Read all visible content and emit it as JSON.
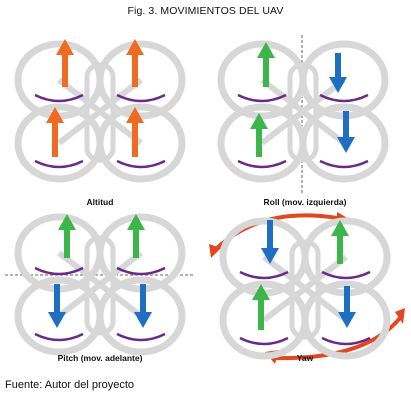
{
  "figure": {
    "title": "Fig. 3. MOVIMIENTOS DEL UAV",
    "source": "Fuente: Autor del proyecto"
  },
  "colors": {
    "arrow_up_altitud": "#ef6a22",
    "arrow_up": "#3cb64a",
    "arrow_down": "#1e6fc2",
    "rotation": "#6a2a8a",
    "yaw_rotation": "#e2471f",
    "frame": "#d7d7d7",
    "axis_line": "#666666"
  },
  "panels": [
    {
      "caption": "Altitud",
      "motion": "altitude",
      "arrows": [
        "up-orange",
        "up-orange",
        "up-orange",
        "up-orange"
      ],
      "axis": "none"
    },
    {
      "caption": "Roll (mov. izquierda)",
      "motion": "roll",
      "arrows": [
        "up-green",
        "down-blue",
        "up-green",
        "down-blue"
      ],
      "axis": "vertical"
    },
    {
      "caption": "Pitch (mov. adelante)",
      "motion": "pitch",
      "arrows": [
        "up-green",
        "up-green",
        "down-blue",
        "down-blue"
      ],
      "axis": "horizontal"
    },
    {
      "caption": "Yaw",
      "motion": "yaw",
      "arrows": [
        "down-blue",
        "up-green",
        "up-green",
        "down-blue"
      ],
      "axis": "none"
    }
  ]
}
